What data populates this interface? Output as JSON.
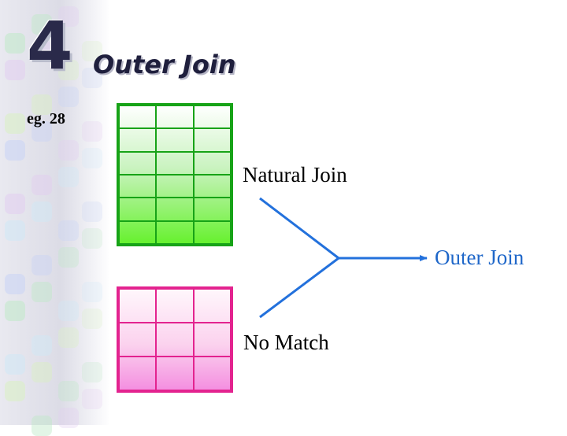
{
  "slide": {
    "number": "4",
    "title": "Outer Join",
    "example_label": "eg. 28"
  },
  "tables": {
    "green": {
      "rows": 6,
      "cols": 3,
      "border_color": "#17a317"
    },
    "pink": {
      "rows": 3,
      "cols": 3,
      "border_color": "#e3238f"
    }
  },
  "labels": {
    "natural_join": "Natural Join",
    "outer_join": "Outer Join",
    "no_match": "No Match"
  },
  "colors": {
    "arrow": "#2371dc",
    "outer_join_text": "#1f67c9"
  }
}
